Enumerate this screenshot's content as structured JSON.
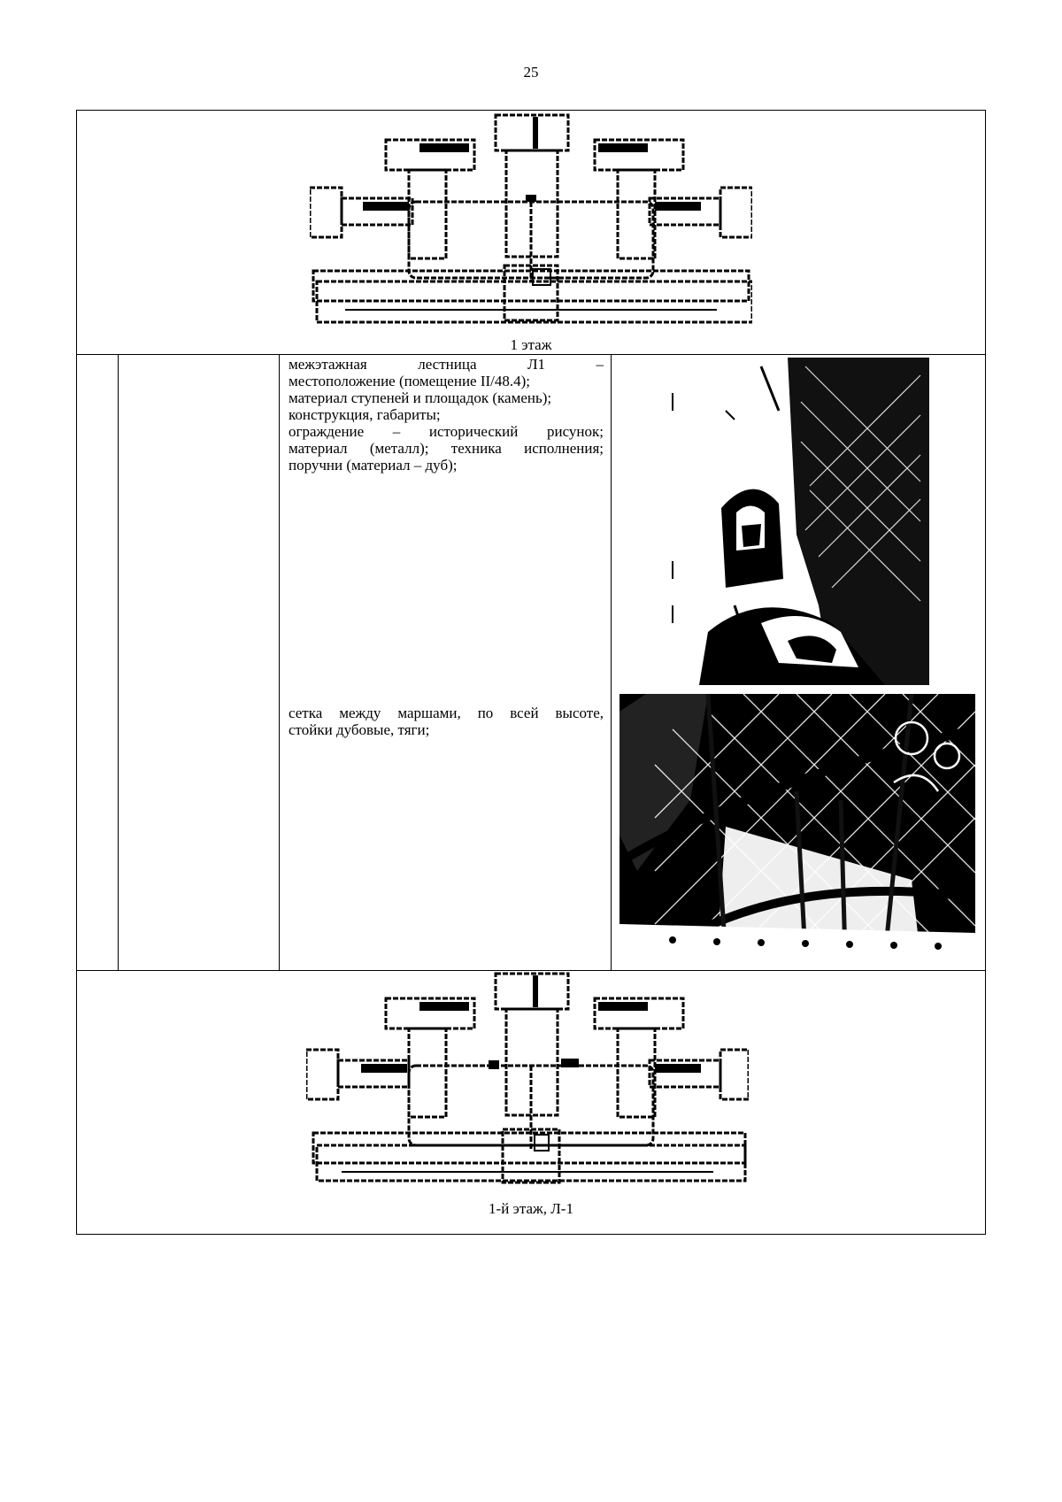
{
  "page": {
    "number": "25"
  },
  "top_plan": {
    "caption": "1 этаж",
    "icon": "floor-plan-icon"
  },
  "row": {
    "text1_lines": [
      "межэтажная лестница Л1 –",
      "местоположение (помещение II/48.4);",
      "материал ступеней и площадок (камень);",
      "конструкция, габариты;",
      "ограждение – исторический рисунок;",
      "материал (металл); техника исполнения;",
      "поручни (материал – дуб);"
    ],
    "text2_lines": [
      "сетка между маршами, по всей высоте,",
      "стойки дубовые, тяги;"
    ],
    "photo1": {
      "icon": "staircase-photo-icon"
    },
    "photo2": {
      "icon": "railing-mesh-photo-icon"
    }
  },
  "bottom_plan": {
    "caption": "1-й этаж, Л-1",
    "icon": "floor-plan-icon"
  }
}
